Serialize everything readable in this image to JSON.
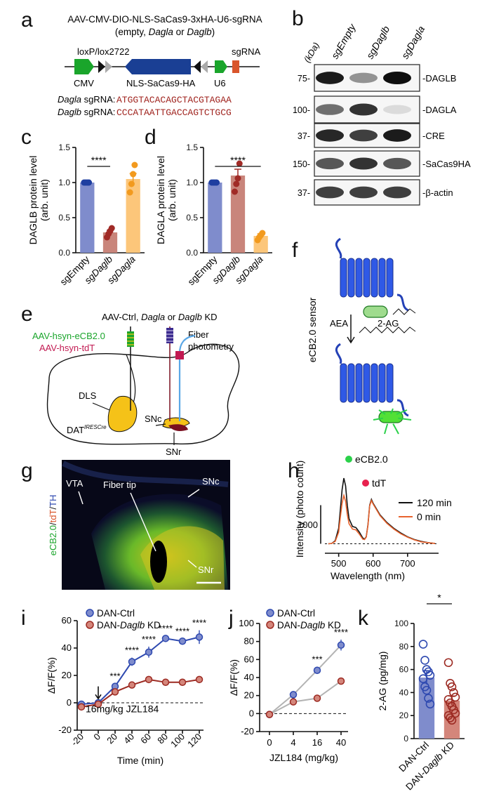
{
  "panels": {
    "a": {
      "letter": "a",
      "construct_title": "AAV-CMV-DIO-NLS-SaCas9-3xHA-U6-sgRNA",
      "construct_sub_prefix": "(empty, ",
      "construct_sub_dagla": "Dagla",
      "construct_sub_mid": " or ",
      "construct_sub_daglb": "Daglb",
      "construct_sub_suffix": ")",
      "loxp": "loxP/lox2722",
      "cmv": "CMV",
      "cas9": "NLS-SaCas9-HA",
      "u6": "U6",
      "sgrna": "sgRNA",
      "dagla_label_gene": "Dagla",
      "dagla_label_rest": " sgRNA:",
      "dagla_seq": "ATGGTACACAGCTACGTAGAA",
      "daglb_label_gene": "Daglb",
      "daglb_label_rest": " sgRNA:",
      "daglb_seq": "CCCATAATTGACCAGTCTGCG",
      "colors": {
        "cmv": "#1aa52b",
        "cas9": "#1a3f94",
        "u6": "#1aa52b",
        "sgrna": "#d9552b",
        "seq": "#a0241f"
      }
    },
    "b": {
      "letter": "b",
      "kda": "(kDa)",
      "lanes": [
        "sgEmpty",
        "sgDaglb",
        "sgDagla"
      ],
      "rows": [
        {
          "marker": "75-",
          "label": "-DAGLB"
        },
        {
          "marker": "100-",
          "label": "-DAGLA"
        },
        {
          "marker": "37-",
          "label": "-CRE"
        },
        {
          "marker": "150-",
          "label": "-SaCas9HA"
        },
        {
          "marker": "37-",
          "label": "-β-actin"
        }
      ]
    },
    "c": {
      "letter": "c"
    },
    "d": {
      "letter": "d"
    },
    "e": {
      "letter": "e",
      "kd_prefix": "AAV-Ctrl, ",
      "kd_dagla": "Dagla",
      "kd_mid": " or ",
      "kd_daglb": "Daglb",
      "kd_suffix": " KD",
      "sensor": "AAV-hsyn-eCB2.0",
      "tdt": "AAV-hsyn-tdT",
      "fiber1": "Fiber",
      "fiber2": "photometry",
      "dls": "DLS",
      "snc": "SNc",
      "snr": "SNr",
      "dat": "DAT",
      "dat_sup": "IRESCre"
    },
    "f": {
      "letter": "f",
      "sensor_label": "eCB2.0 sensor",
      "aea": "AEA",
      "twoag": "2-AG"
    },
    "g": {
      "letter": "g",
      "vta": "VTA",
      "fiber_tip": "Fiber tip",
      "snc": "SNc",
      "snr": "SNr",
      "side_green": "eCB2.0",
      "side_slash1": "/",
      "side_red": "tdT",
      "side_slash2": "/",
      "side_blue": "TH"
    },
    "h": {
      "letter": "h",
      "scale": "1000"
    },
    "i": {
      "letter": "i",
      "annotation": "16mg/kg JZL184"
    },
    "j": {
      "letter": "j"
    },
    "k": {
      "letter": "k"
    }
  },
  "chart_data": [
    {
      "panel": "c",
      "type": "bar",
      "categories": [
        "sgEmpty",
        "sgDaglb",
        "sgDagla"
      ],
      "values": [
        1.0,
        0.29,
        1.05
      ],
      "errors": [
        0.0,
        0.03,
        0.08
      ],
      "points": [
        [
          1.0,
          1.0,
          1.0,
          1.0
        ],
        [
          0.22,
          0.27,
          0.31,
          0.35
        ],
        [
          0.86,
          0.98,
          1.12,
          1.25
        ]
      ],
      "colors": [
        "#7f8ccc",
        "#c9857b",
        "#fcc67a"
      ],
      "point_colors": [
        "#1e3ea0",
        "#a02a26",
        "#f29a1e"
      ],
      "ylabel": "DAGLB protein level",
      "ylabel2": "(arb. unit)",
      "ylim": [
        0,
        1.5
      ],
      "yticks": [
        "0.0",
        "0.5",
        "1.0",
        "1.5"
      ],
      "significance": "****"
    },
    {
      "panel": "d",
      "type": "bar",
      "categories": [
        "sgEmpty",
        "sgDaglb",
        "sgDagla"
      ],
      "values": [
        1.0,
        1.1,
        0.24
      ],
      "errors": [
        0.0,
        0.09,
        0.03
      ],
      "points": [
        [
          1.0,
          1.0,
          1.0,
          1.0
        ],
        [
          0.87,
          0.98,
          1.06,
          1.27
        ],
        [
          0.18,
          0.22,
          0.25,
          0.28
        ]
      ],
      "colors": [
        "#7f8ccc",
        "#c9857b",
        "#fcc67a"
      ],
      "point_colors": [
        "#1e3ea0",
        "#a02a26",
        "#f29a1e"
      ],
      "ylabel": "DAGLA protein level",
      "ylabel2": "(arb. unit)",
      "ylim": [
        0,
        1.5
      ],
      "yticks": [
        "0.0",
        "0.5",
        "1.0",
        "1.5"
      ],
      "significance": "****"
    },
    {
      "panel": "h",
      "type": "line",
      "ylabel": "Intensity (photo count)",
      "xlabel": "Wavelength (nm)",
      "xticks": [
        500,
        600,
        700
      ],
      "xlim": [
        460,
        790
      ],
      "ylim": [
        -100,
        1900
      ],
      "legend": [
        "120 min",
        "0 min"
      ],
      "legend_markers": [
        "eCB2.0",
        "tdT"
      ],
      "marker_colors": [
        "#2bd14a",
        "#e8214e"
      ],
      "series": [
        {
          "name": "120 min",
          "color": "#111111",
          "x": [
            470,
            480,
            490,
            500,
            505,
            510,
            515,
            520,
            525,
            530,
            540,
            550,
            560,
            570,
            575,
            580,
            585,
            590,
            595,
            600,
            610,
            620,
            640,
            660,
            680,
            700,
            720,
            740,
            760,
            780
          ],
          "y": [
            0,
            10,
            80,
            400,
            900,
            1400,
            1700,
            1500,
            1000,
            650,
            450,
            420,
            300,
            150,
            120,
            180,
            500,
            1000,
            1150,
            1050,
            900,
            750,
            550,
            400,
            280,
            180,
            110,
            60,
            30,
            10
          ]
        },
        {
          "name": "0 min",
          "color": "#e8632e",
          "x": [
            470,
            480,
            490,
            500,
            505,
            510,
            515,
            520,
            525,
            530,
            540,
            550,
            560,
            570,
            575,
            580,
            585,
            590,
            595,
            600,
            610,
            620,
            640,
            660,
            680,
            700,
            720,
            740,
            760,
            780
          ],
          "y": [
            0,
            10,
            60,
            300,
            700,
            1050,
            1250,
            1100,
            760,
            520,
            380,
            360,
            250,
            120,
            110,
            170,
            480,
            980,
            1120,
            1030,
            880,
            730,
            530,
            380,
            260,
            170,
            100,
            50,
            25,
            8
          ]
        }
      ]
    },
    {
      "panel": "i",
      "type": "line",
      "xlabel": "Time (min)",
      "ylabel": "ΔF/F(%)",
      "xlim": [
        -25,
        125
      ],
      "ylim": [
        -20,
        60
      ],
      "xticks": [
        -20,
        0,
        20,
        40,
        60,
        80,
        100,
        120
      ],
      "yticks": [
        -20,
        0,
        20,
        40,
        60
      ],
      "series": [
        {
          "name_prefix": "DAN-",
          "name_gene": "Ctrl",
          "name_suffix": "",
          "color": "#2e49b0",
          "fill": "#7f8ccc",
          "x": [
            -20,
            0,
            20,
            40,
            60,
            80,
            100,
            120
          ],
          "y": [
            -1,
            0,
            12,
            30,
            37,
            47,
            45,
            48
          ],
          "err": [
            1,
            1,
            2,
            3,
            4,
            2,
            2,
            5
          ]
        },
        {
          "name_prefix": "DAN-",
          "name_gene": "Daglb",
          "name_suffix": " KD",
          "color": "#9c2a22",
          "fill": "#d4867b",
          "x": [
            -20,
            0,
            20,
            40,
            60,
            80,
            100,
            120
          ],
          "y": [
            -3,
            -1,
            8,
            13,
            17,
            15,
            15,
            17
          ],
          "err": [
            1,
            1,
            1,
            2,
            2,
            2,
            1,
            1
          ]
        }
      ],
      "significance": [
        {
          "x": 20,
          "label": "***"
        },
        {
          "x": 40,
          "label": "****"
        },
        {
          "x": 60,
          "label": "****"
        },
        {
          "x": 80,
          "label": "****"
        },
        {
          "x": 100,
          "label": "****"
        },
        {
          "x": 120,
          "label": "****"
        }
      ]
    },
    {
      "panel": "j",
      "type": "line",
      "xlabel": "JZL184 (mg/kg)",
      "ylabel": "ΔF/F(%)",
      "categories": [
        "0",
        "4",
        "16",
        "40"
      ],
      "ylim": [
        -20,
        100
      ],
      "yticks": [
        -20,
        0,
        20,
        40,
        60,
        80,
        100
      ],
      "series": [
        {
          "name_prefix": "DAN-",
          "name_gene": "Ctrl",
          "name_suffix": "",
          "color": "#2e49b0",
          "fill": "#7f8ccc",
          "y": [
            -1,
            21,
            48,
            76
          ],
          "err": [
            1,
            3,
            4,
            6
          ]
        },
        {
          "name_prefix": "DAN-",
          "name_gene": "Daglb",
          "name_suffix": " KD",
          "color": "#9c2a22",
          "fill": "#d4867b",
          "y": [
            -1,
            13,
            17,
            36
          ],
          "err": [
            1,
            2,
            2,
            2
          ]
        }
      ],
      "significance": [
        {
          "index": 2,
          "label": "***"
        },
        {
          "index": 3,
          "label": "****"
        }
      ]
    },
    {
      "panel": "k",
      "type": "bar",
      "categories": [
        "DAN-Ctrl",
        "DAN-Daglb KD"
      ],
      "cat_prefix": [
        "DAN-",
        "DAN-"
      ],
      "cat_gene": [
        "Ctrl",
        "Daglb"
      ],
      "cat_suffix": [
        "",
        " KD"
      ],
      "values": [
        53,
        33
      ],
      "errors": [
        6,
        4
      ],
      "points": [
        [
          82,
          68,
          60,
          58,
          55,
          52,
          45,
          42,
          35,
          30
        ],
        [
          66,
          48,
          45,
          40,
          36,
          34,
          31,
          28,
          25,
          22,
          20,
          18,
          16
        ]
      ],
      "colors": [
        "#7f8ccc",
        "#d4867b"
      ],
      "point_colors": [
        "#2e49b0",
        "#9c2a22"
      ],
      "ylabel": "2-AG (pg/mg)",
      "ylim": [
        0,
        100
      ],
      "yticks": [
        "0",
        "20",
        "40",
        "60",
        "80",
        "100"
      ],
      "significance": "*"
    }
  ]
}
